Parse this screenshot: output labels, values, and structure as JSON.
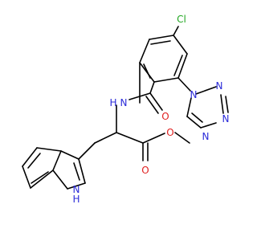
{
  "molecule": {
    "atoms": [
      {
        "id": "Cl",
        "text": "Cl",
        "color": "#22a722"
      },
      {
        "id": "N_tz1",
        "text": "N",
        "color": "#2b2bd9"
      },
      {
        "id": "N_tz2",
        "text": "N",
        "color": "#2b2bd9"
      },
      {
        "id": "N_tz3",
        "text": "N",
        "color": "#2b2bd9"
      },
      {
        "id": "N_tz4",
        "text": "N",
        "color": "#2b2bd9"
      },
      {
        "id": "NH_amide",
        "text": "N",
        "color": "#2b2bd9"
      },
      {
        "id": "H_amide",
        "text": "H",
        "color": "#2b2bd9"
      },
      {
        "id": "O_amide",
        "text": "O",
        "color": "#e02020"
      },
      {
        "id": "O_ester_carbonyl",
        "text": "O",
        "color": "#e02020"
      },
      {
        "id": "O_ester",
        "text": "O",
        "color": "#e02020"
      },
      {
        "id": "N_indole",
        "text": "N",
        "color": "#2b2bd9"
      },
      {
        "id": "H_indole",
        "text": "H",
        "color": "#2b2bd9"
      }
    ]
  }
}
